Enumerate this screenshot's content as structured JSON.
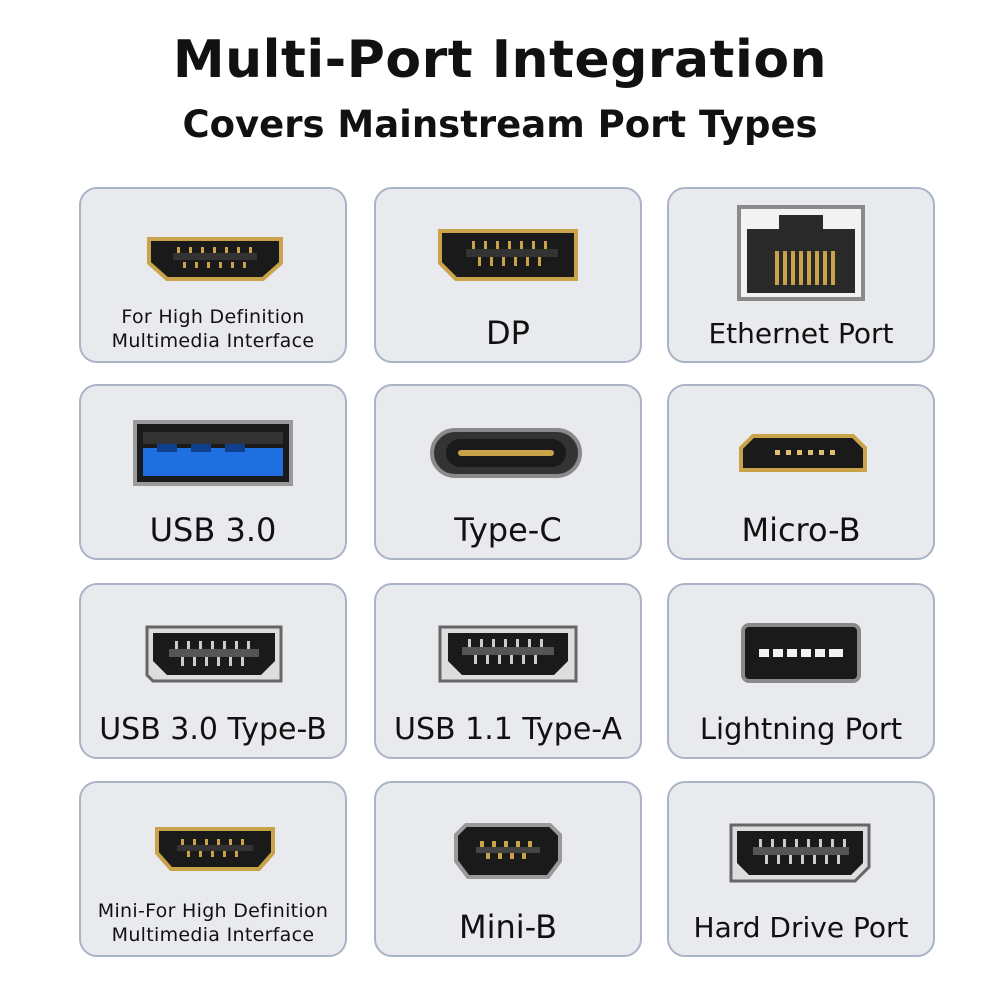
{
  "header": {
    "title": "Multi-Port Integration",
    "subtitle": "Covers Mainstream Port Types"
  },
  "ports": [
    {
      "label": "For High Definition Multimedia Interface",
      "icon": "hdmi-port-icon"
    },
    {
      "label": "DP",
      "icon": "displayport-icon"
    },
    {
      "label": "Ethernet Port",
      "icon": "ethernet-port-icon"
    },
    {
      "label": "USB 3.0",
      "icon": "usb-3-port-icon"
    },
    {
      "label": "Type-C",
      "icon": "usb-c-port-icon"
    },
    {
      "label": "Micro-B",
      "icon": "micro-b-port-icon"
    },
    {
      "label": "USB 3.0 Type-B",
      "icon": "usb-3-type-b-port-icon"
    },
    {
      "label": "USB 1.1 Type-A",
      "icon": "usb-1-1-type-a-port-icon"
    },
    {
      "label": "Lightning Port",
      "icon": "lightning-port-icon"
    },
    {
      "label": "Mini-For High Definition Multimedia Interface",
      "icon": "mini-hdmi-port-icon"
    },
    {
      "label": "Mini-B",
      "icon": "mini-b-port-icon"
    },
    {
      "label": "Hard Drive Port",
      "icon": "hard-drive-port-icon"
    }
  ],
  "colors": {
    "card_bg": "#e9eaed",
    "card_border": "#aab4c6",
    "gold": "#c9a34a",
    "usb3_blue": "#1f6fe0"
  }
}
